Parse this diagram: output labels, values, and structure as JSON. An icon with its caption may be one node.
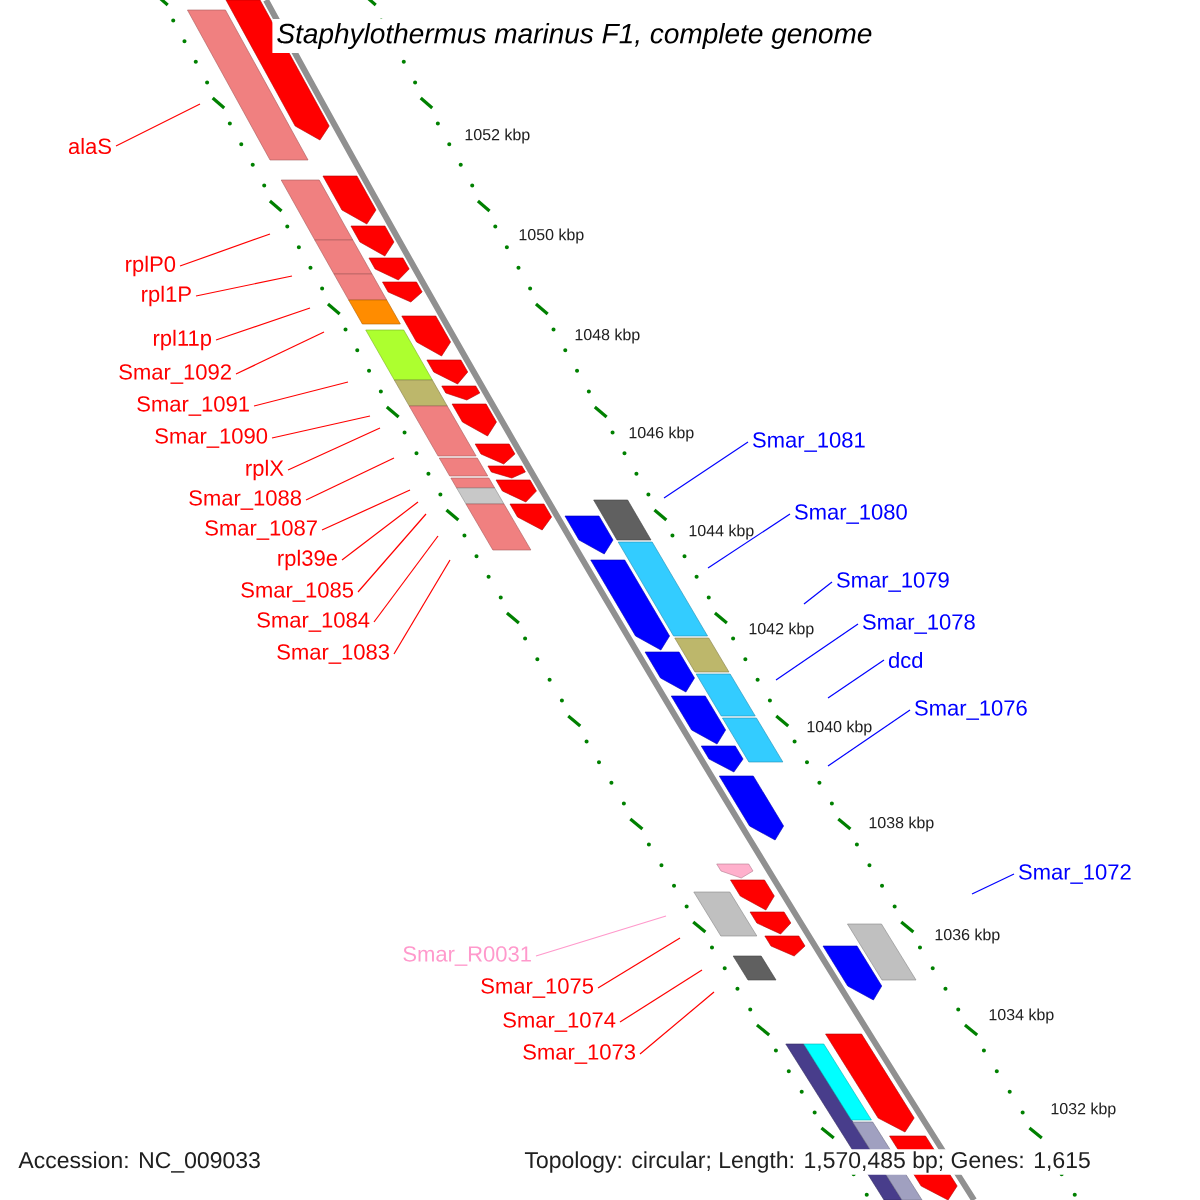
{
  "diagram": {
    "title": "Staphylothermus marinus F1, complete genome",
    "nodes": [
      {
        "text": [
          "alaS"
        ]
      },
      {
        "text": [
          "rplP0"
        ]
      },
      {
        "text": [
          "rpl1P"
        ]
      },
      {
        "text": [
          "rpl11p"
        ]
      },
      {
        "text": [
          "Smar_1092"
        ]
      },
      {
        "text": [
          "Smar_1091"
        ]
      },
      {
        "text": [
          "Smar_1090"
        ]
      },
      {
        "text": [
          "rplX"
        ]
      },
      {
        "text": [
          "Smar_1088"
        ]
      },
      {
        "text": [
          "Smar_1087"
        ]
      },
      {
        "text": [
          "rpl39e"
        ]
      },
      {
        "text": [
          "Smar_1085"
        ]
      },
      {
        "text": [
          "Smar_1084"
        ]
      },
      {
        "text": [
          "Smar_1083"
        ]
      },
      {
        "text": [
          "Smar_1081"
        ]
      },
      {
        "text": [
          "Smar_1080"
        ]
      },
      {
        "text": [
          "Smar_1079"
        ]
      },
      {
        "text": [
          "Smar_1078"
        ]
      },
      {
        "text": [
          "dcd"
        ]
      },
      {
        "text": [
          "Smar_1076"
        ]
      },
      {
        "text": [
          "Smar_1072"
        ]
      },
      {
        "text": [
          "Smar_R0031"
        ]
      },
      {
        "text": [
          "Smar_1075"
        ]
      },
      {
        "text": [
          "Smar_1074"
        ]
      },
      {
        "text": [
          "Smar_1073"
        ]
      }
    ],
    "edges": [
      {
        "from": 0,
        "to": null,
        "arrow": "none"
      },
      {
        "from": 1,
        "to": null,
        "arrow": "none"
      },
      {
        "from": 2,
        "to": null,
        "arrow": "none"
      },
      {
        "from": 3,
        "to": null,
        "arrow": "none"
      },
      {
        "from": 4,
        "to": null,
        "arrow": "none"
      },
      {
        "from": 5,
        "to": null,
        "arrow": "none"
      },
      {
        "from": 6,
        "to": null,
        "arrow": "none"
      },
      {
        "from": 7,
        "to": null,
        "arrow": "none"
      },
      {
        "from": 8,
        "to": null,
        "arrow": "none"
      },
      {
        "from": 9,
        "to": null,
        "arrow": "none"
      },
      {
        "from": 10,
        "to": null,
        "arrow": "none"
      },
      {
        "from": 11,
        "to": null,
        "arrow": "none"
      },
      {
        "from": 12,
        "to": null,
        "arrow": "none"
      },
      {
        "from": 13,
        "to": null,
        "arrow": "none"
      },
      {
        "from": 14,
        "to": null,
        "arrow": "none",
        "color": "#0000ff"
      },
      {
        "from": 15,
        "to": null,
        "arrow": "none",
        "color": "#0000ff"
      },
      {
        "from": 16,
        "to": null,
        "arrow": "none",
        "color": "#0000ff"
      },
      {
        "from": 17,
        "to": null,
        "arrow": "none",
        "color": "#0000ff"
      },
      {
        "from": 18,
        "to": null,
        "arrow": "none",
        "color": "#0000ff"
      },
      {
        "from": 19,
        "to": null,
        "arrow": "none",
        "color": "#0000ff"
      },
      {
        "from": 20,
        "to": null,
        "arrow": "none",
        "color": "#0000ff"
      },
      {
        "from": 21,
        "to": null,
        "arrow": "none",
        "color": "#ff99cc"
      },
      {
        "from": 22,
        "to": null,
        "arrow": "none"
      },
      {
        "from": 23,
        "to": null,
        "arrow": "none"
      },
      {
        "from": 24,
        "to": null,
        "arrow": "none"
      }
    ],
    "labels": [
      "1052 kbp",
      "1050 kbp",
      "1048 kbp",
      "1046 kbp",
      "1044 kbp",
      "1042 kbp",
      "1040 kbp",
      "1038 kbp",
      "1036 kbp",
      "1034 kbp",
      "1032 kbp",
      "Accession: NC_009033",
      "Topology: circular; Length: 1,570,485 bp; Genes: 1,615"
    ]
  }
}
